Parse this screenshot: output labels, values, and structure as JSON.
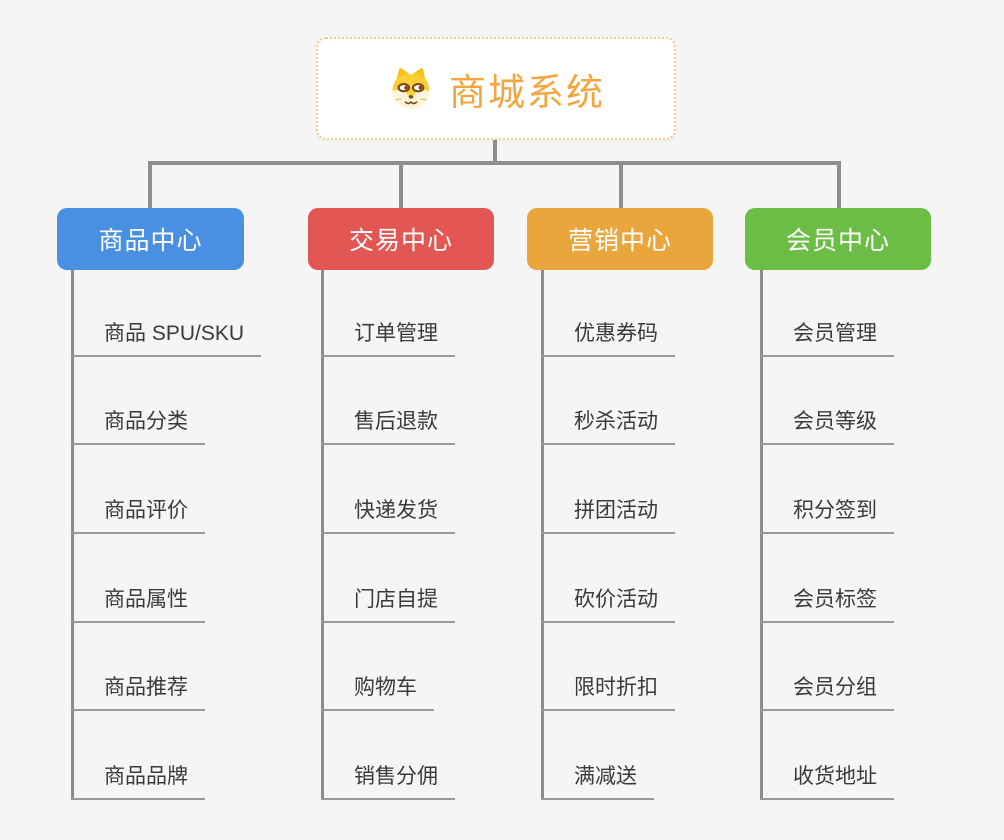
{
  "root": {
    "title": "商城系统",
    "title_color": "#f2a63d",
    "icon": "shiba-dog-icon",
    "border_color": "#f3c987"
  },
  "connector_color": "#8e8e8e",
  "leaf_line_color": "#999999",
  "branches": [
    {
      "label": "商品中心",
      "color": "#4a90e2",
      "items": [
        "商品 SPU/SKU",
        "商品分类",
        "商品评价",
        "商品属性",
        "商品推荐",
        "商品品牌"
      ]
    },
    {
      "label": "交易中心",
      "color": "#e25653",
      "items": [
        "订单管理",
        "售后退款",
        "快递发货",
        "门店自提",
        "购物车",
        "销售分佣"
      ]
    },
    {
      "label": "营销中心",
      "color": "#e9a63c",
      "items": [
        "优惠券码",
        "秒杀活动",
        "拼团活动",
        "砍价活动",
        "限时折扣",
        "满减送"
      ]
    },
    {
      "label": "会员中心",
      "color": "#6bbd45",
      "items": [
        "会员管理",
        "会员等级",
        "积分签到",
        "会员标签",
        "会员分组",
        "收货地址"
      ]
    }
  ]
}
